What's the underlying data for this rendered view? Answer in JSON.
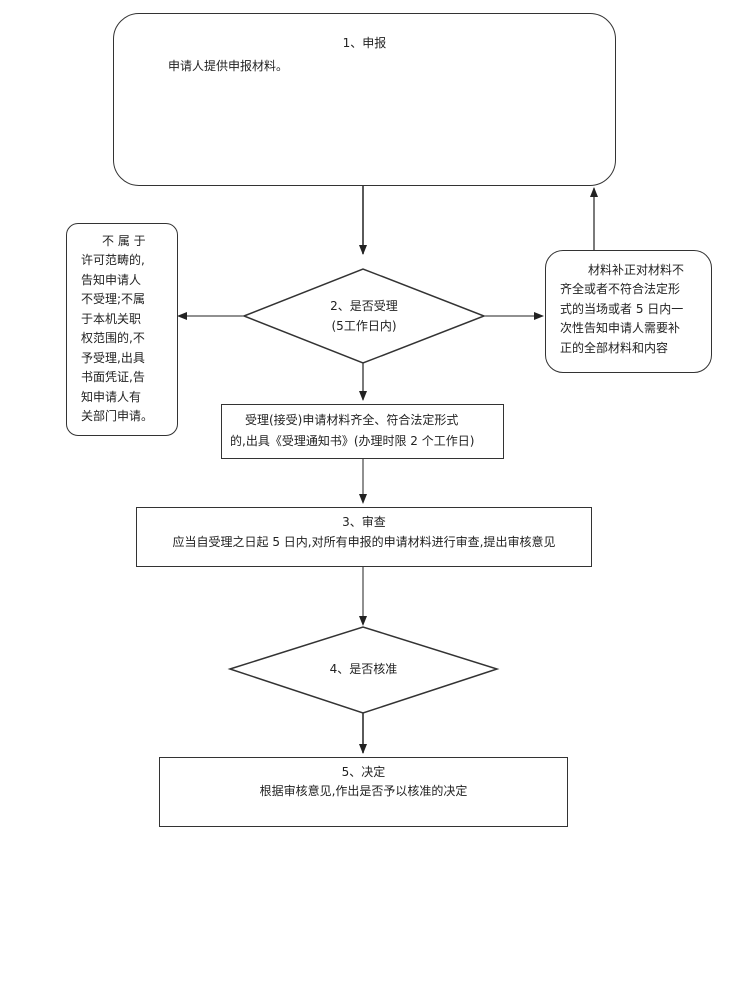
{
  "step1": {
    "title": "1、申报",
    "desc": "申请人提供申报材料。"
  },
  "step2": {
    "title": "2、是否受理",
    "sub": "(5工作日内)"
  },
  "left_note": {
    "lines": [
      "不 属 于",
      "许可范畴的,",
      "告知申请人",
      "不受理;不属",
      "于本机关职",
      "权范围的,不",
      "予受理,出具",
      "书面凭证,告",
      "知申请人有",
      "关部门申请。"
    ]
  },
  "right_note": {
    "lines": [
      "材料补正对材料不",
      "齐全或者不符合法定形",
      "式的当场或者 5 日内一",
      "次性告知申请人需要补",
      "正的全部材料和内容"
    ]
  },
  "accept": {
    "line1": "受理(接受)申请材料齐全、符合法定形式",
    "line2": "的,出具《受理通知书》(办理时限 2 个工作日)"
  },
  "step3": {
    "title": "3、审查",
    "desc": "应当自受理之日起 5 日内,对所有申报的申请材料进行审查,提出审核意见"
  },
  "step4": {
    "title": "4、是否核准"
  },
  "step5": {
    "title": "5、决定",
    "desc": "根据审核意见,作出是否予以核准的决定"
  }
}
